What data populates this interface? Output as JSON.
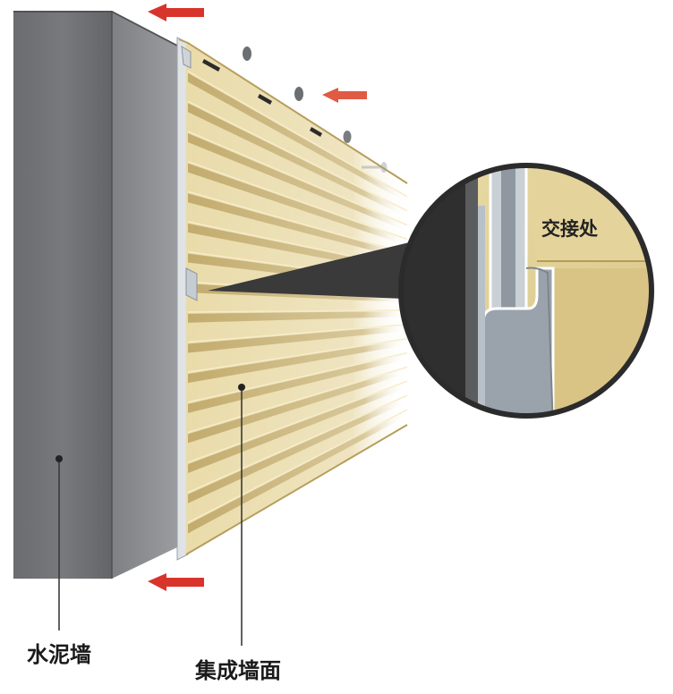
{
  "labels": {
    "cement_wall": "水泥墙",
    "integrated_wall_panel": "集成墙面",
    "joint": "交接处"
  },
  "icons": [
    "arrow-left-icon",
    "screw-icon",
    "callout-magnifier-icon"
  ],
  "colors": {
    "wall_front": "#6b6d70",
    "wall_side": "#8a8c8f",
    "panel": "#e6d6a3",
    "panel_shadow": "#c9b47a",
    "arrow": "#d9342b",
    "metal": "#a9b2bb",
    "callout_dark": "#2b2b2b"
  }
}
